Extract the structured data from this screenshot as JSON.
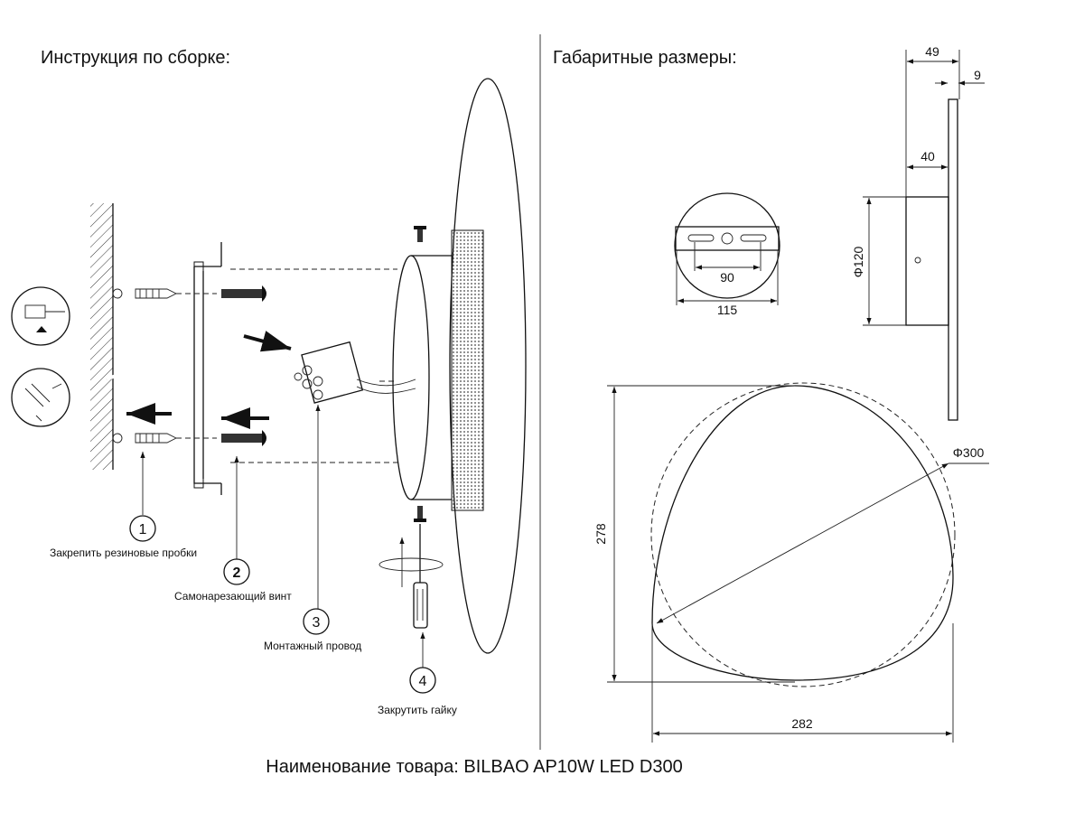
{
  "left_section": {
    "title": "Инструкция по сборке:",
    "steps": [
      {
        "number": "1",
        "label": "Закрепить резиновые пробки"
      },
      {
        "number": "2",
        "label": "Самонарезающий винт"
      },
      {
        "number": "3",
        "label": "Монтажный провод"
      },
      {
        "number": "4",
        "label": "Закрутить гайку"
      }
    ]
  },
  "right_section": {
    "title": "Габаритные размеры:",
    "dimensions": {
      "bracket_slot_spacing": "90",
      "base_diameter_top": "115",
      "total_depth": "49",
      "plate_thickness": "9",
      "body_depth": "40",
      "body_diameter": "Φ120",
      "height": "278",
      "width": "282",
      "outer_diameter": "Φ300"
    }
  },
  "footer": {
    "product_name": "Наименование товара: BILBAO AP10W LED D300"
  }
}
